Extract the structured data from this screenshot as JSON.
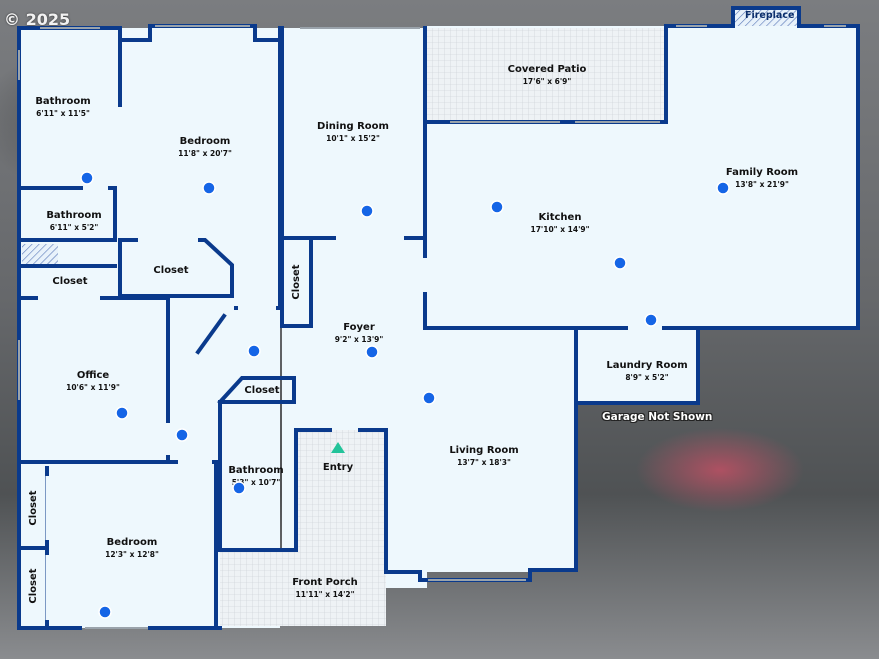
{
  "copyright": "© 2025",
  "fireplace": "Fireplace",
  "garage_note": "Garage Not Shown",
  "colors": {
    "wall": "#0a3a8c",
    "floor": "#eef8fd",
    "pattern": "#dfe4e8",
    "hotspot": "#1565e6",
    "entry_marker": "#22c39a"
  },
  "rooms": {
    "bathroom1": {
      "name": "Bathroom",
      "dim": "6'11\" x 11'5\""
    },
    "bedroom1": {
      "name": "Bedroom",
      "dim": "11'8\" x 20'7\""
    },
    "bathroom2": {
      "name": "Bathroom",
      "dim": "6'11\" x 5'2\""
    },
    "closet1": {
      "name": "Closet"
    },
    "closet2": {
      "name": "Closet"
    },
    "dining": {
      "name": "Dining Room",
      "dim": "10'1\" x 15'2\""
    },
    "closet_vert": {
      "name": "Closet"
    },
    "patio": {
      "name": "Covered Patio",
      "dim": "17'6\" x 6'9\""
    },
    "kitchen": {
      "name": "Kitchen",
      "dim": "17'10\" x 14'9\""
    },
    "family": {
      "name": "Family Room",
      "dim": "13'8\" x 21'9\""
    },
    "foyer": {
      "name": "Foyer",
      "dim": "9'2\" x 13'9\""
    },
    "office": {
      "name": "Office",
      "dim": "10'6\" x 11'9\""
    },
    "closet3": {
      "name": "Closet"
    },
    "laundry": {
      "name": "Laundry Room",
      "dim": "8'9\" x 5'2\""
    },
    "bathroom3": {
      "name": "Bathroom",
      "dim": "5'3\" x 10'7\""
    },
    "entry": {
      "name": "Entry"
    },
    "living": {
      "name": "Living Room",
      "dim": "13'7\" x 18'3\""
    },
    "closet4": {
      "name": "Closet"
    },
    "closet5": {
      "name": "Closet"
    },
    "bedroom2": {
      "name": "Bedroom",
      "dim": "12'3\" x 12'8\""
    },
    "porch": {
      "name": "Front Porch",
      "dim": "11'11\" x 14'2\""
    }
  }
}
